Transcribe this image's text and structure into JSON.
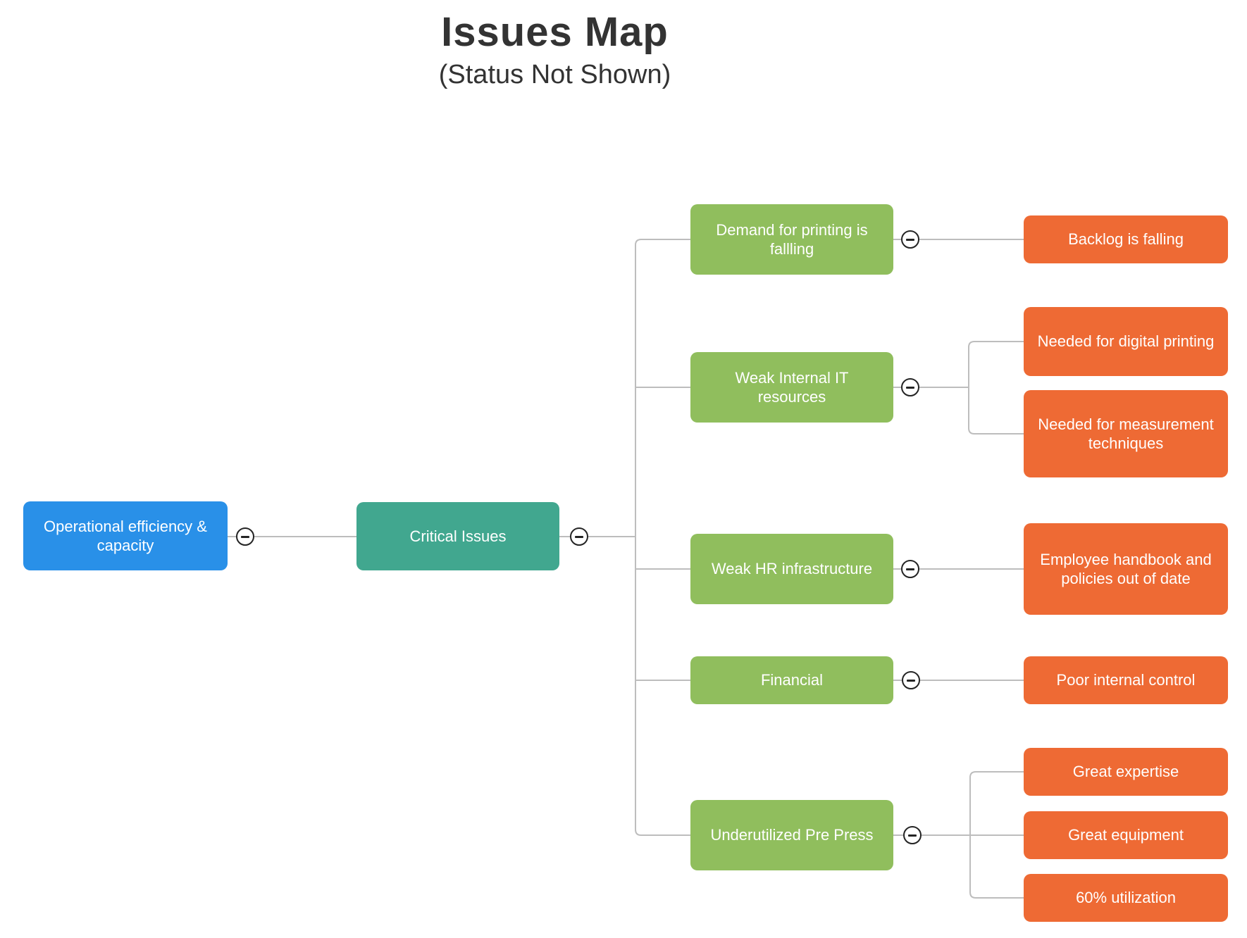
{
  "title": {
    "main": "Issues Map",
    "subtitle": "(Status Not Shown)"
  },
  "colors": {
    "root_node": "#2990e8",
    "branch_node": "#41a78f",
    "issue_node": "#90be5d",
    "detail_node": "#ee6a34",
    "connector_line": "#bdbdbd",
    "collapse_icon": "#242424",
    "node_text": "#ffffff",
    "title_text": "#333333"
  },
  "icons": {
    "collapse": "minus-icon"
  },
  "tree": {
    "root": {
      "label": "Operational efficiency & capacity"
    },
    "level2": {
      "label": "Critical Issues"
    },
    "issues": [
      {
        "label": "Demand for printing is fallling",
        "children": [
          {
            "label": "Backlog is falling"
          }
        ]
      },
      {
        "label": "Weak Internal IT resources",
        "children": [
          {
            "label": "Needed for digital printing"
          },
          {
            "label": "Needed for measurement techniques"
          }
        ]
      },
      {
        "label": "Weak HR infrastructure",
        "children": [
          {
            "label": "Employee handbook and policies out of date"
          }
        ]
      },
      {
        "label": "Financial",
        "children": [
          {
            "label": "Poor internal control"
          }
        ]
      },
      {
        "label": "Underutilized Pre Press",
        "children": [
          {
            "label": "Great expertise"
          },
          {
            "label": "Great equipment"
          },
          {
            "label": "60% utilization"
          }
        ]
      }
    ]
  }
}
